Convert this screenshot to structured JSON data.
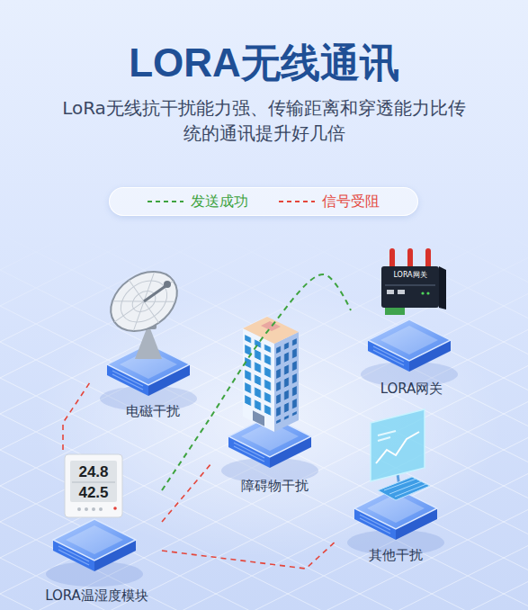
{
  "diagram": {
    "title": "LORA无线通讯",
    "caption": "LoRa无线抗干扰能力强、传输距离和穿透能力比传 统的通讯提升好几倍",
    "nodes": [
      {
        "text": [
          "LORA网关"
        ]
      },
      {
        "text": [
          "电磁干扰"
        ]
      },
      {
        "text": [
          "障碍物干扰"
        ]
      },
      {
        "text": [
          "其他干扰"
        ]
      },
      {
        "text": [
          "LORA温湿度模块"
        ]
      }
    ],
    "edges": [
      {
        "from": 4,
        "to": 0,
        "arrow": "none"
      },
      {
        "from": 4,
        "to": 1,
        "arrow": "none"
      },
      {
        "from": 4,
        "to": 2,
        "arrow": "none"
      },
      {
        "from": 4,
        "to": 3,
        "arrow": "none"
      }
    ],
    "labels": [
      "LORA网关",
      "24.8",
      "42.5"
    ],
    "legend": [
      {
        "text": "发送成功"
      },
      {
        "text": "信号受阻"
      }
    ]
  }
}
